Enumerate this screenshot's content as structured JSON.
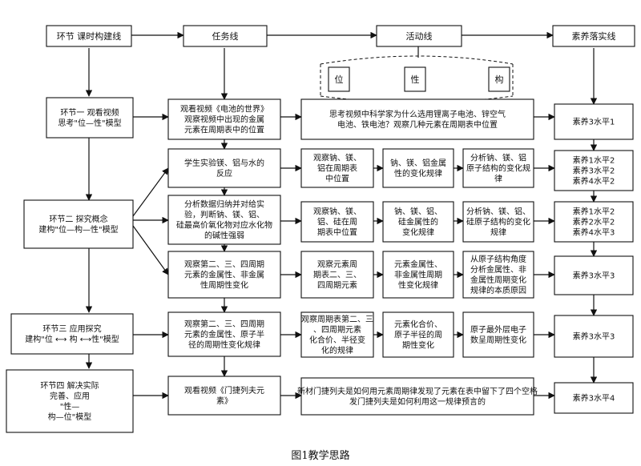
{
  "headers": {
    "links": "环节 课时构建线",
    "renwu": "任务线",
    "huodong": "活动线",
    "suyang": "素养落实线"
  },
  "triad": {
    "wei": "位",
    "xing": "性",
    "gou": "构"
  },
  "links": [
    {
      "lines": [
        "环节一 观看视频",
        "思考\"位—性\"模型"
      ]
    },
    {
      "lines": [
        "环节二 探究概念",
        "建构\"位—构—性\"模型"
      ]
    },
    {
      "lines": [
        "环节三 应用探究",
        "建构\"位 ⟷ 构 ⟷性\"模型"
      ]
    },
    {
      "lines": [
        "环节四 解决实际",
        "完善、应用",
        "\"性—",
        "构—位\"模型"
      ]
    }
  ],
  "renwu": [
    {
      "lines": [
        "观看视频《电池的世界》",
        "观察视频中出现的金属",
        "元素在周期表中的位置"
      ]
    },
    {
      "lines": [
        "学生实验镁、铝与水的",
        "反应"
      ]
    },
    {
      "lines": [
        "分析数据归纳并对给实",
        "验，判断钠、镁、铝、",
        "硅最高价氧化物对应水化物",
        "的碱性强弱"
      ]
    },
    {
      "lines": [
        "观察第二、三、四周期",
        "元素的金属性、非金属",
        "性周期性变化"
      ]
    },
    {
      "lines": [
        "观察第二、三、四周期",
        "元素的金属性、原子半",
        "径的周期性变化规律"
      ]
    },
    {
      "lines": [
        "观看视频《门捷列夫元",
        "素》"
      ]
    }
  ],
  "huodong": {
    "row1": [
      "思考视频中科学家为什么选用锂离子电池、锌空气",
      "电池、铁电池？观察几种元素在周期表中位置"
    ],
    "row2": [
      [
        "观察钠、镁、",
        "铝在周期表",
        "中位置"
      ],
      [
        "钠、镁、铝金属",
        "性的变化规律"
      ],
      [
        "分析钠、镁、铝",
        "原子结构的变化规",
        "律"
      ]
    ],
    "row3": [
      [
        "观察钠、镁、",
        "铝、硅在周",
        "期表中位置"
      ],
      [
        "钠、镁、铝、",
        "硅金属性的",
        "变化规律"
      ],
      [
        "分析钠、镁、铝、",
        "硅原子结构的变化",
        "规律"
      ]
    ],
    "row4": [
      [
        "观察元素周",
        "期表二、三、",
        "四周期元素"
      ],
      [
        "元素金属性、",
        "非金属性周期",
        "性变化规律"
      ],
      [
        "从原子结构角度",
        "分析金属性、非",
        "金属性周期变化",
        "规律的本质原因"
      ]
    ],
    "row5": [
      [
        "观察周期表第二、三",
        "、四周期元素",
        "化合价、半径变",
        "化的规律"
      ],
      [
        "元素化合价、",
        "原子半径的周",
        "期性变化"
      ],
      [
        "原子最外层电子",
        "数呈周期性变化"
      ]
    ],
    "row6": [
      "新材门捷列夫是如何用元素周期律发现了元素在表中留下了四个空格",
      "发门捷列夫是如何利用这一规律预言的"
    ]
  },
  "suyang": [
    [
      "素养3水平1"
    ],
    [
      "素养1水平2",
      "素养3水平2",
      "素养4水平2"
    ],
    [
      "素养1水平2",
      "素养2水平2",
      "素养4水平3"
    ],
    [
      "素养3水平3"
    ],
    [
      "素养3水平3"
    ],
    [
      "素养3水平4"
    ]
  ],
  "caption": "图1教学思路"
}
